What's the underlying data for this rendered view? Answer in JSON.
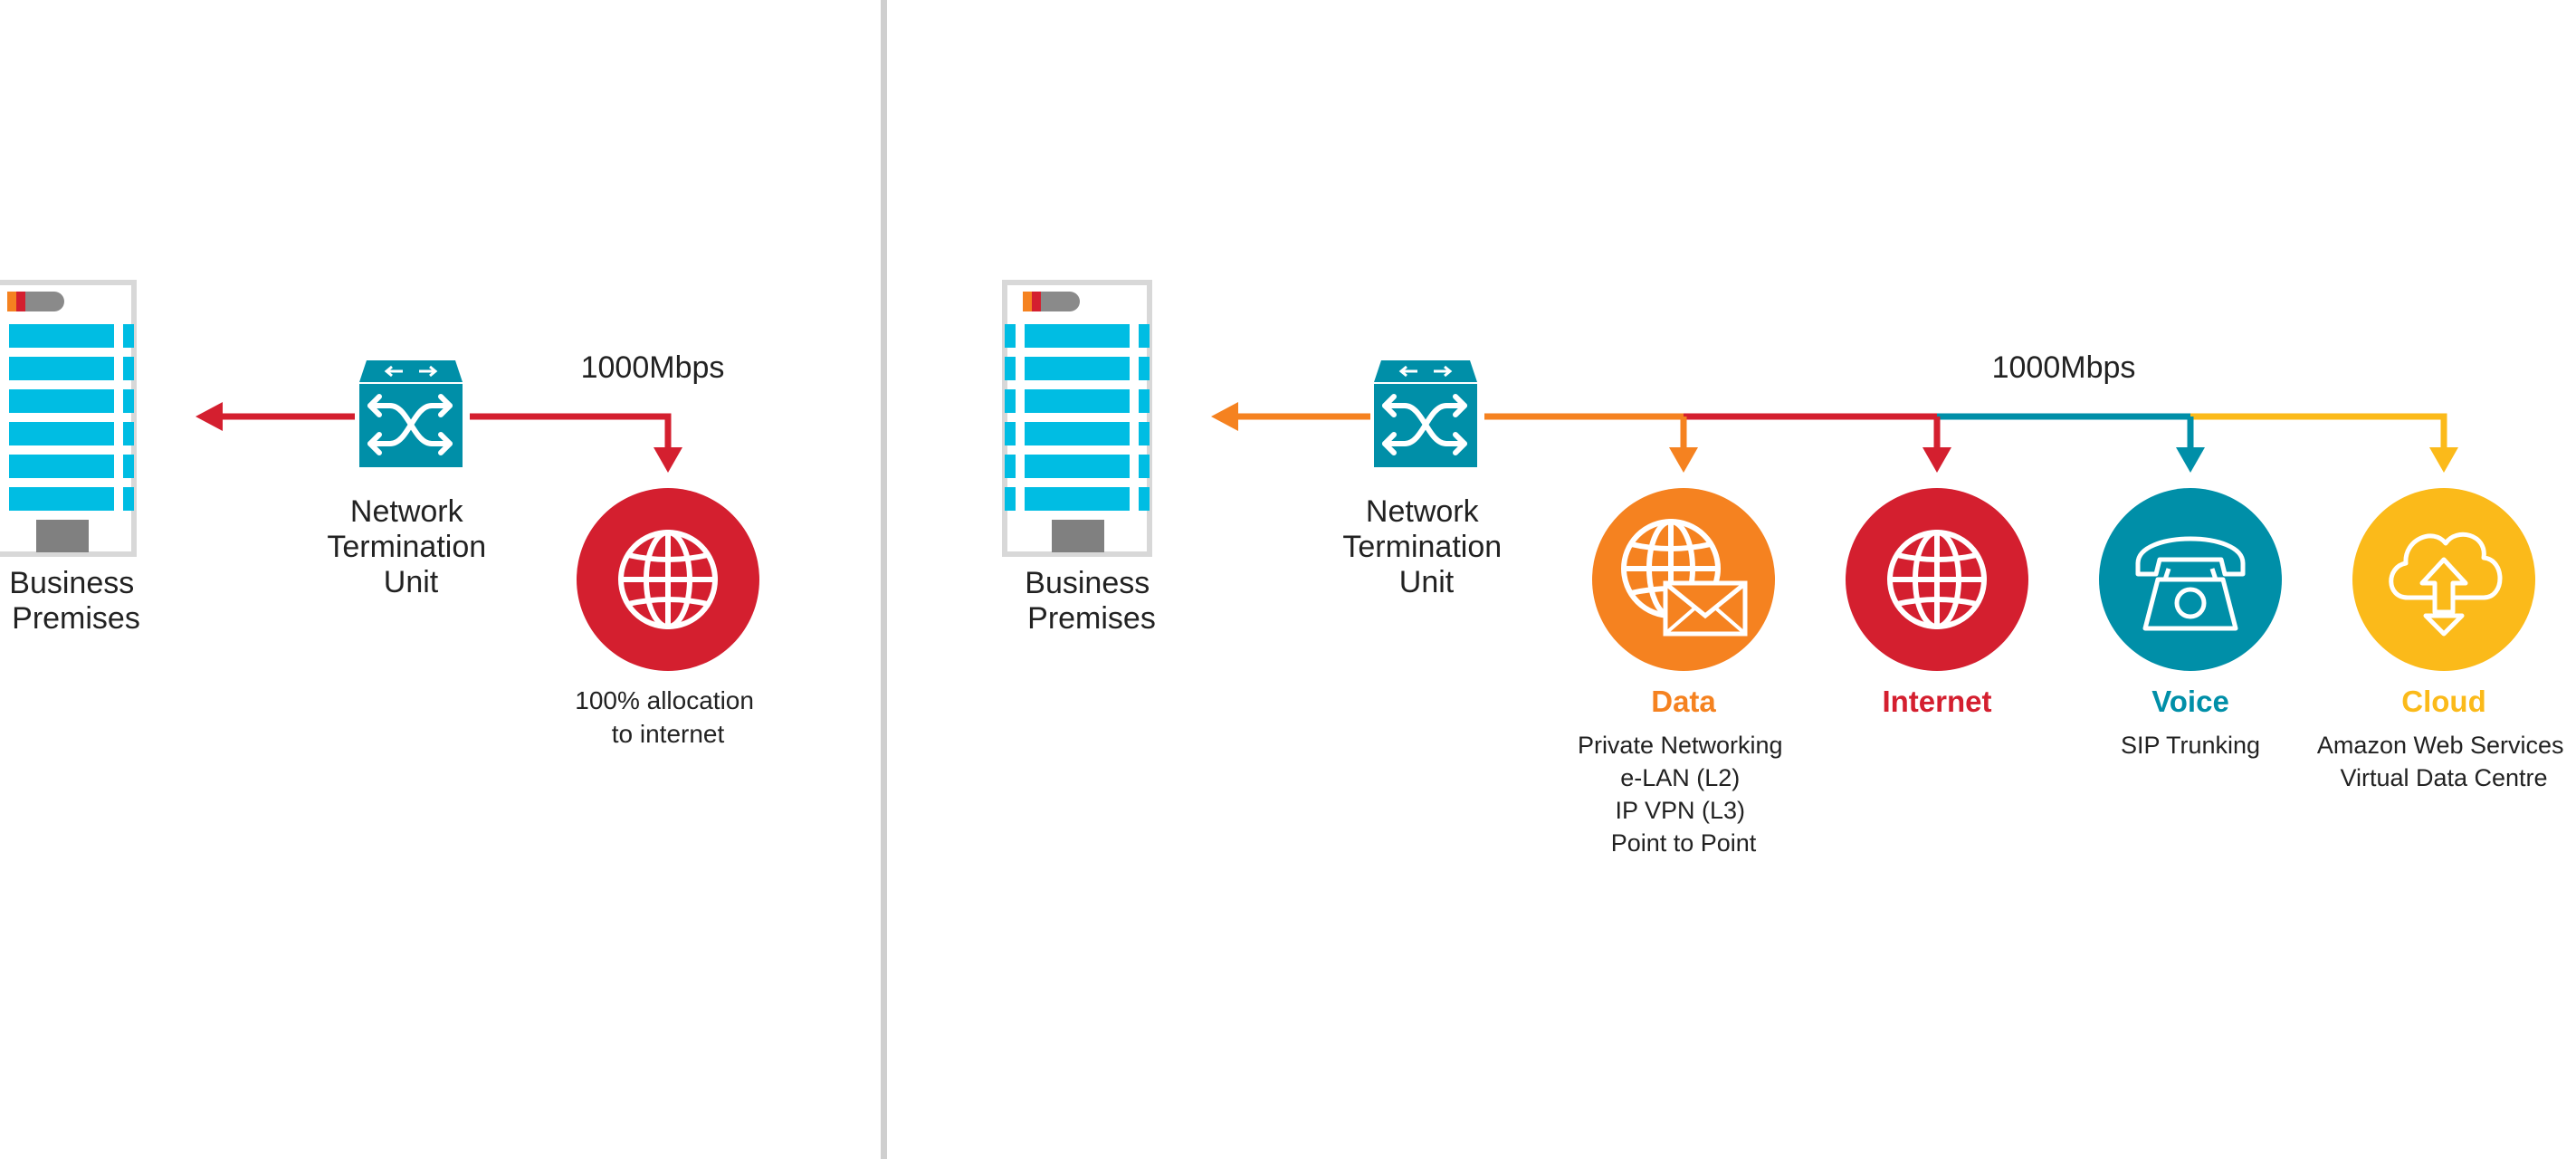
{
  "left": {
    "building_label": [
      "Business",
      "Premises"
    ],
    "ntu_label": [
      "Network",
      "Termination",
      "Unit"
    ],
    "speed": "1000Mbps",
    "allocation_label": [
      "100% allocation",
      "to internet"
    ]
  },
  "right": {
    "building_label": [
      "Business",
      "Premises"
    ],
    "ntu_label": [
      "Network",
      "Termination",
      "Unit"
    ],
    "speed": "1000Mbps",
    "services": [
      {
        "title": "Data",
        "icon": "globe-mail-icon",
        "color": "#F58220",
        "lines": [
          "Private Networking",
          "e-LAN (L2)",
          "IP VPN (L3)",
          "Point to Point"
        ]
      },
      {
        "title": "Internet",
        "icon": "globe-icon",
        "color": "#D41F2F",
        "lines": []
      },
      {
        "title": "Voice",
        "icon": "telephone-icon",
        "color": "#008FA8",
        "lines": [
          "SIP Trunking"
        ]
      },
      {
        "title": "Cloud",
        "icon": "cloud-upload-icon",
        "color": "#FBBA1A",
        "lines": [
          "Amazon Web Services",
          "Virtual Data Centre"
        ]
      }
    ]
  },
  "colors": {
    "building_blue": "#00BDE3",
    "ntu_teal": "#008FA8",
    "internet_red": "#D41F2F",
    "data_orange": "#F58220",
    "cloud_yellow": "#FBBA1A",
    "divider_grey": "#CFCFCF",
    "building_outline": "#D8D8D8"
  }
}
